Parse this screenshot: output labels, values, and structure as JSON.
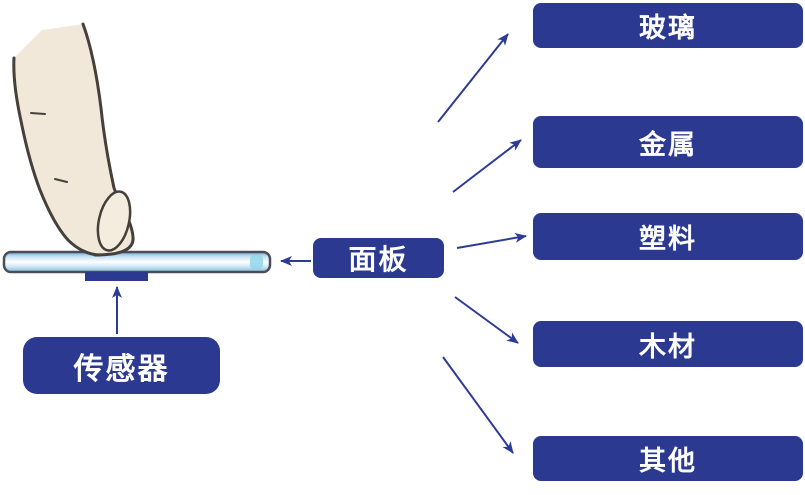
{
  "colors": {
    "box_blue": "#2b3990",
    "arrow_blue": "#2c3b97",
    "background": "#ffffff",
    "finger_skin": "#f2e8da",
    "finger_outline": "#45403a"
  },
  "center_node": {
    "label": "面板"
  },
  "sensor_node": {
    "label": "传感器"
  },
  "materials": [
    {
      "label": "玻璃"
    },
    {
      "label": "金属"
    },
    {
      "label": "塑料"
    },
    {
      "label": "木材"
    },
    {
      "label": "其他"
    }
  ],
  "icons": {
    "finger": "finger-touch-illustration",
    "panel_bar": "touch-panel-surface",
    "sensor_chip": "sensor-chip"
  }
}
